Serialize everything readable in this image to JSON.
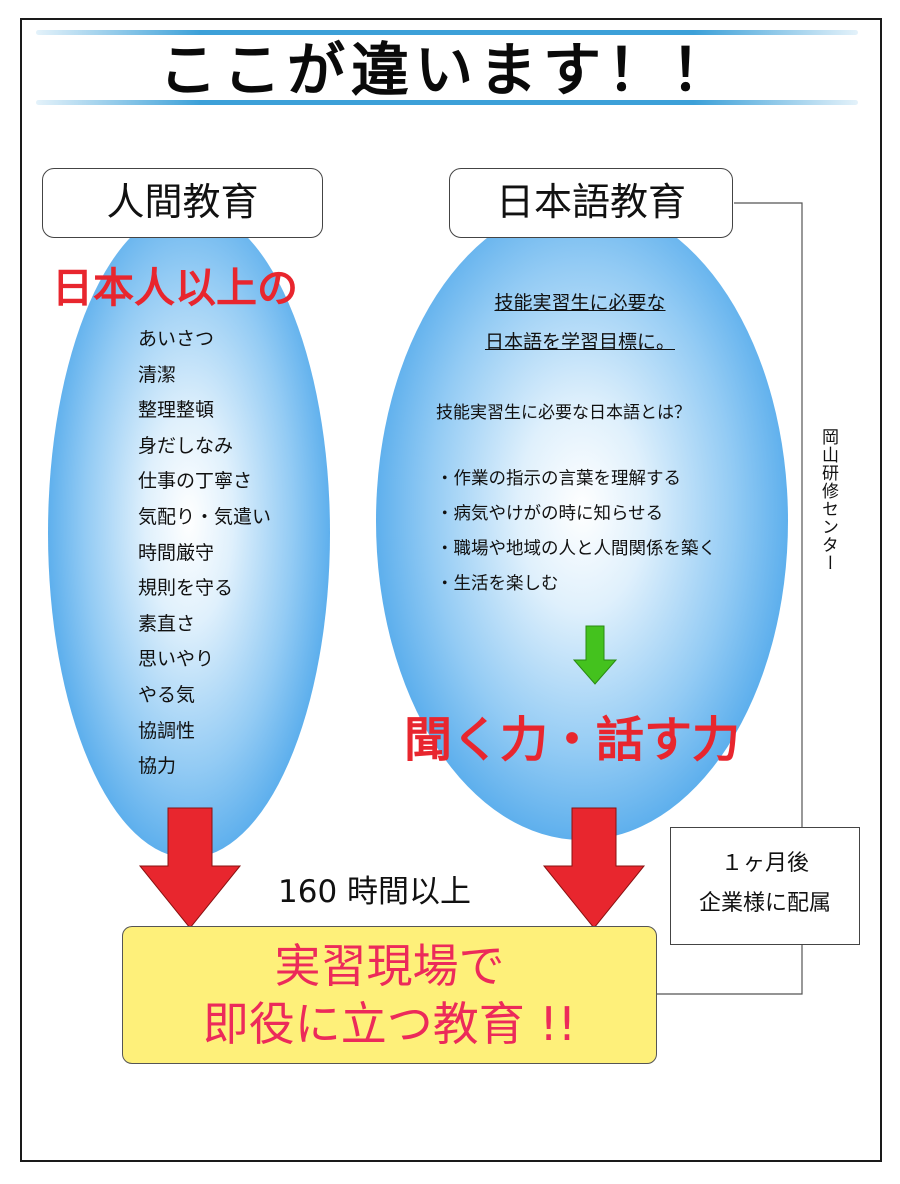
{
  "title": "ここが違います！！",
  "left": {
    "header": "人間教育",
    "heading": "日本人以上の",
    "items": [
      "あいさつ",
      "清潔",
      "整理整頓",
      "身だしなみ",
      "仕事の丁寧さ",
      "気配り・気遣い",
      "時間厳守",
      "規則を守る",
      "素直さ",
      "思いやり",
      "やる気",
      "協調性",
      "協力"
    ]
  },
  "right": {
    "header": "日本語教育",
    "goal_line1": "技能実習生に必要な",
    "goal_line2": "日本語を学習目標に。",
    "question": "技能実習生に必要な日本語とは？",
    "items": [
      "・作業の指示の言葉を理解する",
      "・病気やけがの時に知らせる",
      "・職場や地域の人と人間関係を築く",
      "・生活を楽しむ"
    ],
    "heading": "聞く力・話す力"
  },
  "hours": "160 時間以上",
  "bottom": {
    "line1": "実習現場で",
    "line2": "即役に立つ教育 !!"
  },
  "side": {
    "line1": "１ヶ月後",
    "line2": "企業様に配属"
  },
  "center_label": "岡山研修センター",
  "colors": {
    "red": "#e8262e",
    "pink": "#ec2a5a",
    "yellow": "#fef07a",
    "green": "#44c21e",
    "blue": "#3794e0"
  }
}
